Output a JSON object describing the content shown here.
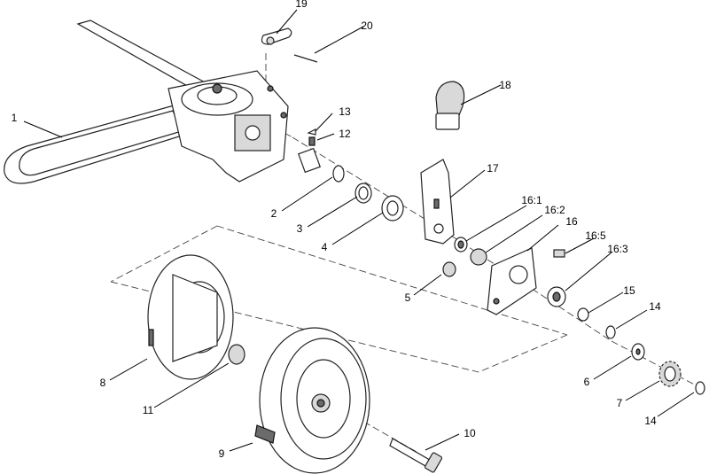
{
  "diagram": {
    "callouts": [
      {
        "id": "c1",
        "label": "1"
      },
      {
        "id": "c2",
        "label": "2"
      },
      {
        "id": "c3",
        "label": "3"
      },
      {
        "id": "c4",
        "label": "4"
      },
      {
        "id": "c5",
        "label": "5"
      },
      {
        "id": "c6",
        "label": "6"
      },
      {
        "id": "c7",
        "label": "7"
      },
      {
        "id": "c8",
        "label": "8"
      },
      {
        "id": "c9",
        "label": "9"
      },
      {
        "id": "c10",
        "label": "10"
      },
      {
        "id": "c11",
        "label": "11"
      },
      {
        "id": "c12",
        "label": "12"
      },
      {
        "id": "c13",
        "label": "13"
      },
      {
        "id": "c14a",
        "label": "14"
      },
      {
        "id": "c14b",
        "label": "14"
      },
      {
        "id": "c15",
        "label": "15"
      },
      {
        "id": "c16",
        "label": "16"
      },
      {
        "id": "c16_1",
        "label": "16:1"
      },
      {
        "id": "c16_2",
        "label": "16:2"
      },
      {
        "id": "c16_3",
        "label": "16:3"
      },
      {
        "id": "c16_5",
        "label": "16:5"
      },
      {
        "id": "c17",
        "label": "17"
      },
      {
        "id": "c18",
        "label": "18"
      },
      {
        "id": "c19",
        "label": "19"
      },
      {
        "id": "c20",
        "label": "20"
      }
    ]
  }
}
